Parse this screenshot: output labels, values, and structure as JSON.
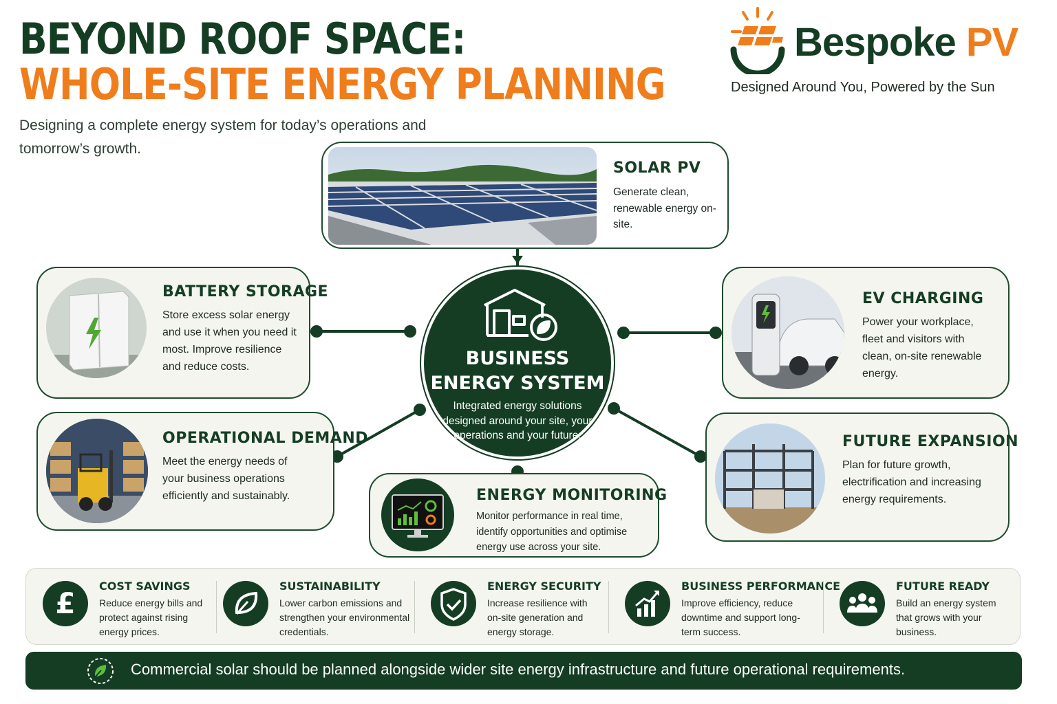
{
  "header": {
    "title_line1": "BEYOND ROOF SPACE:",
    "title_line2": "WHOLE-SITE ENERGY PLANNING",
    "subtitle": "Designing a complete energy system for today’s operations and tomorrow’s growth."
  },
  "brand": {
    "name_main": "Bespoke",
    "name_accent": "PV",
    "tagline": "Designed Around You, Powered by the Sun"
  },
  "colors": {
    "primary": "#153d24",
    "accent": "#f07d1c",
    "card": "#f3f5ee"
  },
  "hub": {
    "title_line1": "BUSINESS",
    "title_line2": "ENERGY SYSTEM",
    "description": "Integrated energy solutions designed around your site, your operations and your future."
  },
  "nodes": {
    "solar": {
      "title": "SOLAR PV",
      "description": "Generate clean, renewable energy on-site."
    },
    "battery": {
      "title": "BATTERY STORAGE",
      "description": "Store excess solar energy and use it when you need it most. Improve resilience and reduce costs."
    },
    "ev": {
      "title": "EV CHARGING",
      "description": "Power your workplace, fleet and visitors with clean, on-site renewable energy."
    },
    "operational": {
      "title": "OPERATIONAL DEMAND",
      "description": "Meet the energy needs of your business operations efficiently and sustainably."
    },
    "future": {
      "title": "FUTURE EXPANSION",
      "description": "Plan for future growth, electrification and increasing energy requirements."
    },
    "monitoring": {
      "title": "ENERGY MONITORING",
      "description": "Monitor performance in real time, identify opportunities and optimise energy use across your site."
    }
  },
  "benefits": [
    {
      "title": "COST SAVINGS",
      "description": "Reduce energy bills and protect against rising energy prices.",
      "icon": "pound-icon"
    },
    {
      "title": "SUSTAINABILITY",
      "description": "Lower carbon emissions and strengthen your environmental credentials.",
      "icon": "leaf-icon"
    },
    {
      "title": "ENERGY SECURITY",
      "description": "Increase resilience with on-site generation and energy storage.",
      "icon": "shield-check-icon"
    },
    {
      "title": "BUSINESS PERFORMANCE",
      "description": "Improve efficiency, reduce downtime and support long-term success.",
      "icon": "growth-chart-icon"
    },
    {
      "title": "FUTURE READY",
      "description": "Build an energy system that grows with your business.",
      "icon": "people-group-icon"
    }
  ],
  "footer": {
    "text": "Commercial solar should be planned alongside wider site energy infrastructure and future operational requirements."
  }
}
